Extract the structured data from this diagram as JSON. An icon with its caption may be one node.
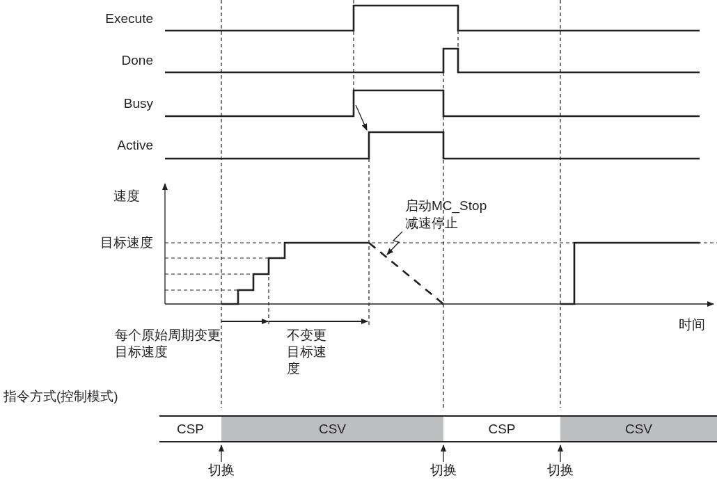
{
  "diagram": {
    "nodes": [
      {
        "text": [
          "CSP"
        ]
      },
      {
        "text": [
          "CSV"
        ]
      },
      {
        "text": [
          "CSP"
        ]
      },
      {
        "text": [
          "CSV"
        ]
      },
      {
        "text": [
          "切换"
        ]
      },
      {
        "text": [
          "切换"
        ]
      },
      {
        "text": [
          "切换"
        ]
      },
      {
        "text": [
          "启动MC_Stop减速停止"
        ]
      }
    ],
    "edges": [
      {
        "from": 4,
        "to": 1,
        "arrow": "to"
      },
      {
        "from": 5,
        "to": 2,
        "arrow": "to"
      },
      {
        "from": 6,
        "to": 3,
        "arrow": "to"
      },
      {
        "from": 7,
        "to": null,
        "arrow": "to"
      }
    ],
    "labels": [
      "Execute",
      "Done",
      "Busy",
      "Active",
      "速度",
      "目标速度",
      "时间",
      "每个原始周期变更目标速度",
      "不变更目标速度",
      "指令方式(控制模式)"
    ]
  }
}
